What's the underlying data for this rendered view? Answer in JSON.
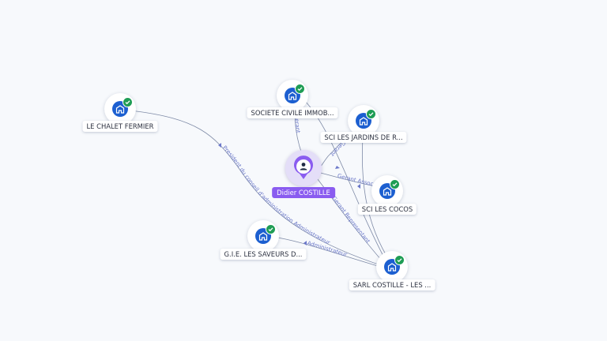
{
  "person": {
    "name": "Didier COSTILLE",
    "icon": "person-icon",
    "color": "#8a5cf0"
  },
  "companies": [
    {
      "id": "chalet",
      "name": "LE CHALET FERMIER",
      "icon": "building-icon",
      "verified": true
    },
    {
      "id": "sci_immo",
      "name": "SOCIETE CIVILE IMMOB...",
      "icon": "building-icon",
      "verified": true
    },
    {
      "id": "sci_jardins",
      "name": "SCI LES JARDINS DE R...",
      "icon": "building-icon",
      "verified": true
    },
    {
      "id": "sci_cocos",
      "name": "SCI LES COCOS",
      "icon": "building-icon",
      "verified": true
    },
    {
      "id": "gie",
      "name": "G.I.E. LES SAVEURS D...",
      "icon": "building-icon",
      "verified": true
    },
    {
      "id": "sarl",
      "name": "SARL COSTILLE - LES ...",
      "icon": "building-icon",
      "verified": true
    }
  ],
  "edges": [
    {
      "id": "e_immo",
      "label": "Gerant"
    },
    {
      "id": "e_jardins",
      "label": "Gerant"
    },
    {
      "id": "e_cocos",
      "label": "Gerant Associe"
    },
    {
      "id": "e_sarl",
      "label": "Gerant Representant"
    },
    {
      "id": "e_chalet",
      "label": "President du conseil d'administration Administrateur"
    },
    {
      "id": "e_gie",
      "label": "Administrateur"
    }
  ],
  "colors": {
    "company": "#1c5fd0",
    "verified": "#1f9d55",
    "edge": "#7e8aa6",
    "edge_label": "#6b78c9"
  }
}
